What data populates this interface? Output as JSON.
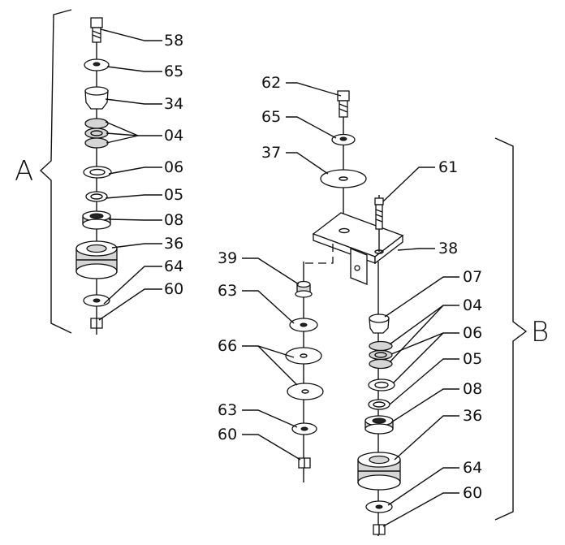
{
  "assembly_a": {
    "letter": "A",
    "callouts": [
      "58",
      "65",
      "34",
      "04",
      "06",
      "05",
      "08",
      "36",
      "64",
      "60"
    ]
  },
  "assembly_b": {
    "letter": "B",
    "callouts": [
      "62",
      "65",
      "37",
      "61",
      "38",
      "39",
      "63",
      "66",
      "63",
      "60",
      "07",
      "04",
      "06",
      "05",
      "08",
      "36",
      "64",
      "60"
    ]
  }
}
